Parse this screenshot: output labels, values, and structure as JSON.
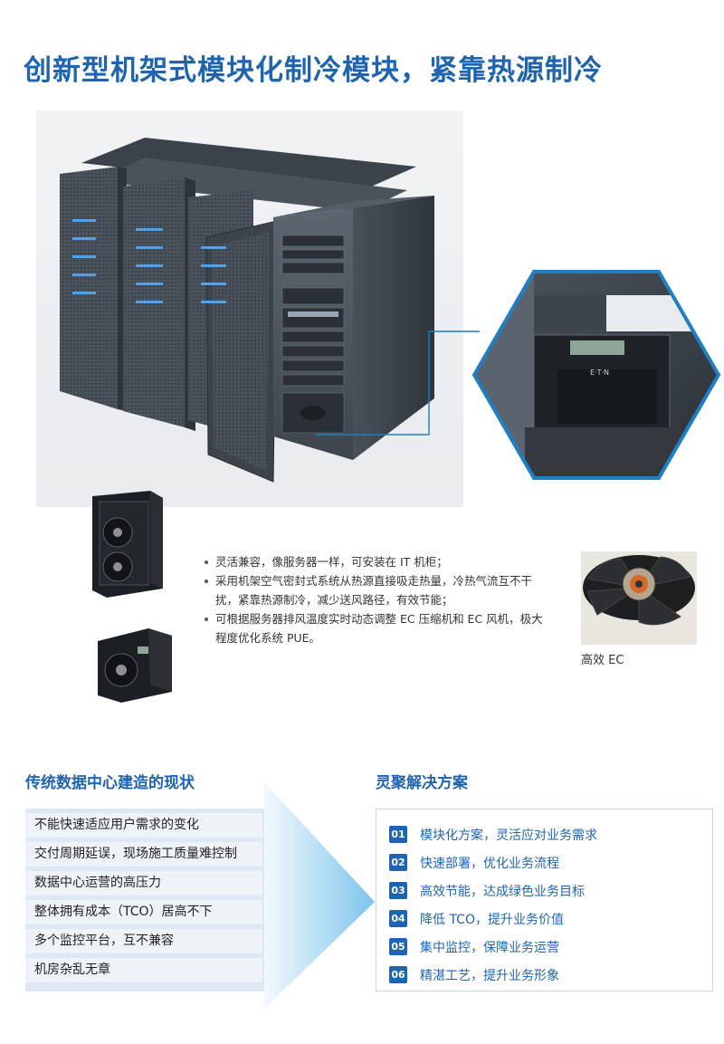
{
  "title": "创新型机架式模块化制冷模块，紧靠热源制冷",
  "features": [
    "灵活兼容，像服务器一样，可安装在 IT 机柜；",
    "采用机架空气密封式系统从热源直接吸走热量，冷热气流互不干扰，紧靠热源制冷，减少送风路径，有效节能；",
    "可根据服务器排风温度实时动态调整 EC 压缩机和 EC 风机，极大程度优化系统 PUE。"
  ],
  "fan_caption": "高效 EC",
  "left_section": {
    "heading": "传统数据中心建造的现状",
    "items": [
      "不能快速适应用户需求的变化",
      "交付周期延误，现场施工质量难控制",
      "数据中心运营的高压力",
      "整体拥有成本（TCO）居高不下",
      "多个监控平台，互不兼容",
      "机房杂乱无章"
    ]
  },
  "right_section": {
    "heading": "灵聚解决方案",
    "items": [
      {
        "num": "01",
        "text": "模块化方案，灵活应对业务需求"
      },
      {
        "num": "02",
        "text": "快速部署，优化业务流程"
      },
      {
        "num": "03",
        "text": "高效节能，达成绿色业务目标"
      },
      {
        "num": "04",
        "text": "降低 TCO，提升业务价值"
      },
      {
        "num": "05",
        "text": "集中监控，保障业务运营"
      },
      {
        "num": "06",
        "text": "精湛工艺，提升业务形象"
      }
    ]
  },
  "colors": {
    "brand_blue": "#1f64b0",
    "arrow_light": "#e6f3fb",
    "arrow_dark": "#7dc4ec"
  },
  "icons": {
    "racks": "server-racks-image",
    "zoom": "cooling-module-zoom-image",
    "fan": "ec-fan-image"
  }
}
